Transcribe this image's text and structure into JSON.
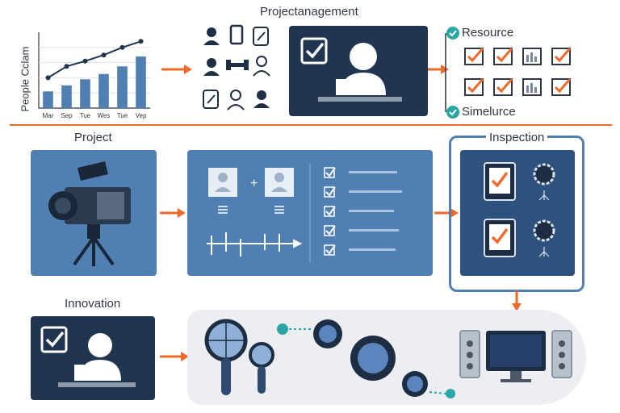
{
  "header": {
    "title": "Projectanagement"
  },
  "chart": {
    "ylabel": "People Cclam",
    "months": [
      "Mar",
      "Sep",
      "Tue",
      "Wes",
      "Tue",
      "Vep"
    ],
    "chart_data": {
      "type": "bar",
      "categories": [
        "Mar",
        "Sep",
        "Tue",
        "Wes",
        "Tue",
        "Vep"
      ],
      "values": [
        22,
        30,
        38,
        45,
        55,
        68
      ],
      "line_values": [
        40,
        55,
        62,
        70,
        80,
        88
      ],
      "ylabel": "People Cclam",
      "ylim": [
        0,
        100
      ]
    }
  },
  "people_icons": [
    "user-icon",
    "tablet-icon",
    "edit-doc-icon",
    "user-icon",
    "dumbbell-icon",
    "user-icon",
    "edit-doc-icon",
    "user-icon",
    "user-icon"
  ],
  "resources": {
    "top_label": "Resource",
    "bottom_label": "Simelurce"
  },
  "sections": {
    "project": "Project",
    "inspection": "Inspection",
    "innovation": "Innovation"
  },
  "colors": {
    "navy": "#1f3550",
    "blue": "#4f7fb3",
    "orange": "#ee6a2a",
    "teal": "#2aa6a6"
  }
}
